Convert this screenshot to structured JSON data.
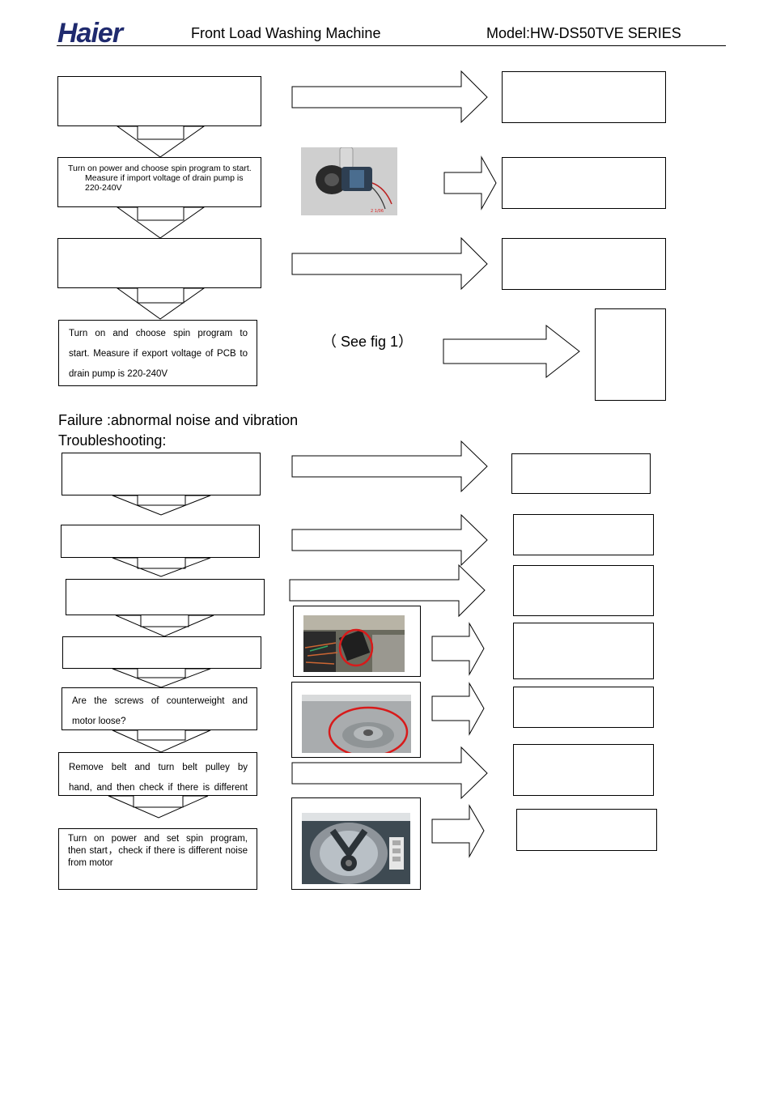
{
  "header": {
    "logo_text": "Haier",
    "title": "Front Load Washing Machine",
    "model": "Model:HW-DS50TVE SERIES"
  },
  "drain_section": {
    "step2_text": "Turn on power and choose spin program to start. Measure if import voltage of drain pump is 220-240V",
    "step2_line1": "Turn on power and choose spin program to start.",
    "step2_line2": "Measure if import voltage of drain pump is",
    "step2_line3": "220-240V",
    "step4_line1": "Turn on and choose spin program to",
    "step4_line2": "start. Measure if export voltage of PCB to",
    "step4_line3": "drain pump is 220-240V",
    "see_fig": "（ See fig 1）",
    "photo_pump_caption": "drain-pump-photo"
  },
  "noise_section": {
    "failure": "Failure :abnormal noise and vibration",
    "troubleshooting": "Troubleshooting:",
    "step5_line1": "Are the screws of counterweight and",
    "step5_line2": "motor loose?",
    "step6_line1": "Remove belt and turn belt pulley by",
    "step6_line2": "hand, and then check if there is different",
    "step7_line1": "Turn on power and set spin program,",
    "step7_line2": "then start，check if there is different noise",
    "step7_line3": "from motor"
  },
  "colors": {
    "logo": "#1f2a6e",
    "circle": "#d81a1a"
  }
}
